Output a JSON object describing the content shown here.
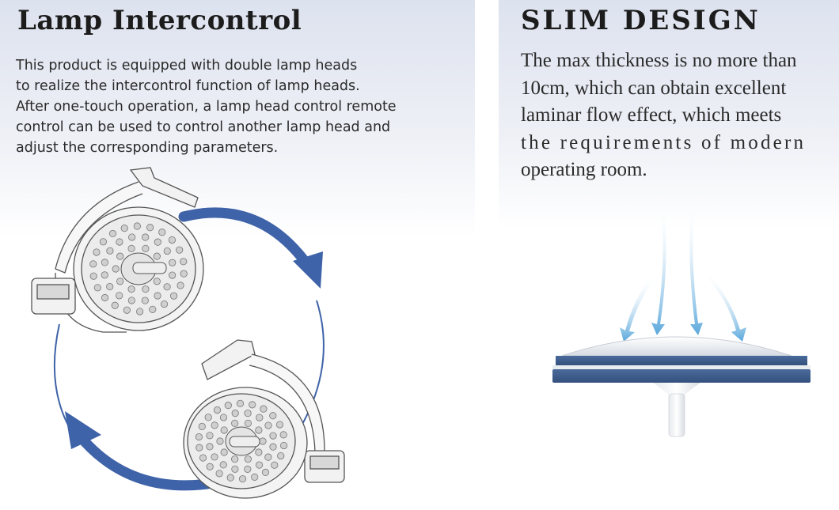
{
  "left_panel": {
    "title": "Lamp Intercontrol",
    "description_lines": [
      "This product is equipped with double lamp heads",
      "to realize the intercontrol function of lamp heads.",
      "After one-touch operation, a lamp head control remote",
      "control can be used to control another lamp head and",
      "adjust the corresponding parameters."
    ],
    "arrow_color": "#3f63a8"
  },
  "right_panel": {
    "title": "SLIM DESIGN",
    "description_lines": [
      "The max thickness is no more than",
      "10cm, which can obtain excellent",
      "laminar flow effect, which meets",
      "the requirements of modern",
      "operating room."
    ],
    "airflow_color": "#6fb3e0",
    "lamp_rim_color": "#3d5c8c"
  },
  "icons": [
    "lamp-head-illustration",
    "rotation-arrows-icon",
    "airflow-arrows-icon",
    "slim-lamp-illustration"
  ]
}
